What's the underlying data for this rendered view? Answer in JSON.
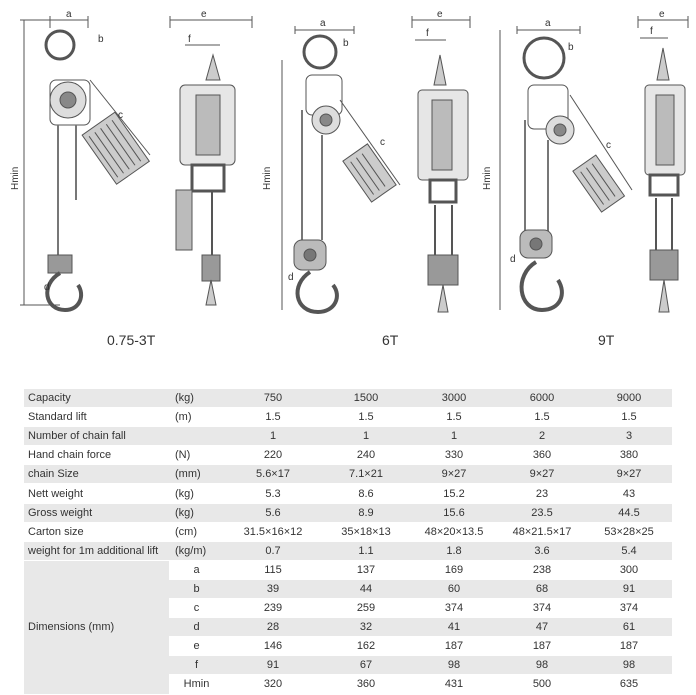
{
  "figures": [
    {
      "caption": "0.75-3T",
      "dim_labels": {
        "a": "a",
        "b": "b",
        "c": "c",
        "d": "d",
        "e": "e",
        "f": "f",
        "h": "Hmin"
      }
    },
    {
      "caption": "6T",
      "dim_labels": {
        "a": "a",
        "b": "b",
        "c": "c",
        "d": "d",
        "e": "e",
        "f": "f",
        "h": "Hmin"
      }
    },
    {
      "caption": "9T",
      "dim_labels": {
        "a": "a",
        "b": "b",
        "c": "c",
        "d": "d",
        "e": "e",
        "f": "f",
        "h": "Hmin"
      }
    }
  ],
  "table": {
    "rows": [
      {
        "label": "Capacity",
        "unit": "(kg)",
        "values": [
          "750",
          "1500",
          "3000",
          "6000",
          "9000"
        ]
      },
      {
        "label": "Standard lift",
        "unit": "(m)",
        "values": [
          "1.5",
          "1.5",
          "1.5",
          "1.5",
          "1.5"
        ]
      },
      {
        "label": "Number of chain fall",
        "unit": "",
        "values": [
          "1",
          "1",
          "1",
          "2",
          "3"
        ]
      },
      {
        "label": "Hand chain force",
        "unit": "(N)",
        "values": [
          "220",
          "240",
          "330",
          "360",
          "380"
        ]
      },
      {
        "label": "chain Size",
        "unit": "(mm)",
        "values": [
          "5.6×17",
          "7.1×21",
          "9×27",
          "9×27",
          "9×27"
        ]
      },
      {
        "label": "Nett weight",
        "unit": "(kg)",
        "values": [
          "5.3",
          "8.6",
          "15.2",
          "23",
          "43"
        ]
      },
      {
        "label": "Gross weight",
        "unit": "(kg)",
        "values": [
          "5.6",
          "8.9",
          "15.6",
          "23.5",
          "44.5"
        ]
      },
      {
        "label": "Carton size",
        "unit": "(cm)",
        "values": [
          "31.5×16×12",
          "35×18×13",
          "48×20×13.5",
          "48×21.5×17",
          "53×28×25"
        ]
      },
      {
        "label": "weight for 1m additional lift",
        "unit": "(kg/m)",
        "values": [
          "0.7",
          "1.1",
          "1.8",
          "3.6",
          "5.4"
        ]
      }
    ],
    "dimensions_label": "Dimensions (mm)",
    "dimension_rows": [
      {
        "sub": "a",
        "values": [
          "115",
          "137",
          "169",
          "238",
          "300"
        ]
      },
      {
        "sub": "b",
        "values": [
          "39",
          "44",
          "60",
          "68",
          "91"
        ]
      },
      {
        "sub": "c",
        "values": [
          "239",
          "259",
          "374",
          "374",
          "374"
        ]
      },
      {
        "sub": "d",
        "values": [
          "28",
          "32",
          "41",
          "47",
          "61"
        ]
      },
      {
        "sub": "e",
        "values": [
          "146",
          "162",
          "187",
          "187",
          "187"
        ]
      },
      {
        "sub": "f",
        "values": [
          "91",
          "67",
          "98",
          "98",
          "98"
        ]
      },
      {
        "sub": "Hmin",
        "values": [
          "320",
          "360",
          "431",
          "500",
          "635"
        ]
      }
    ]
  }
}
